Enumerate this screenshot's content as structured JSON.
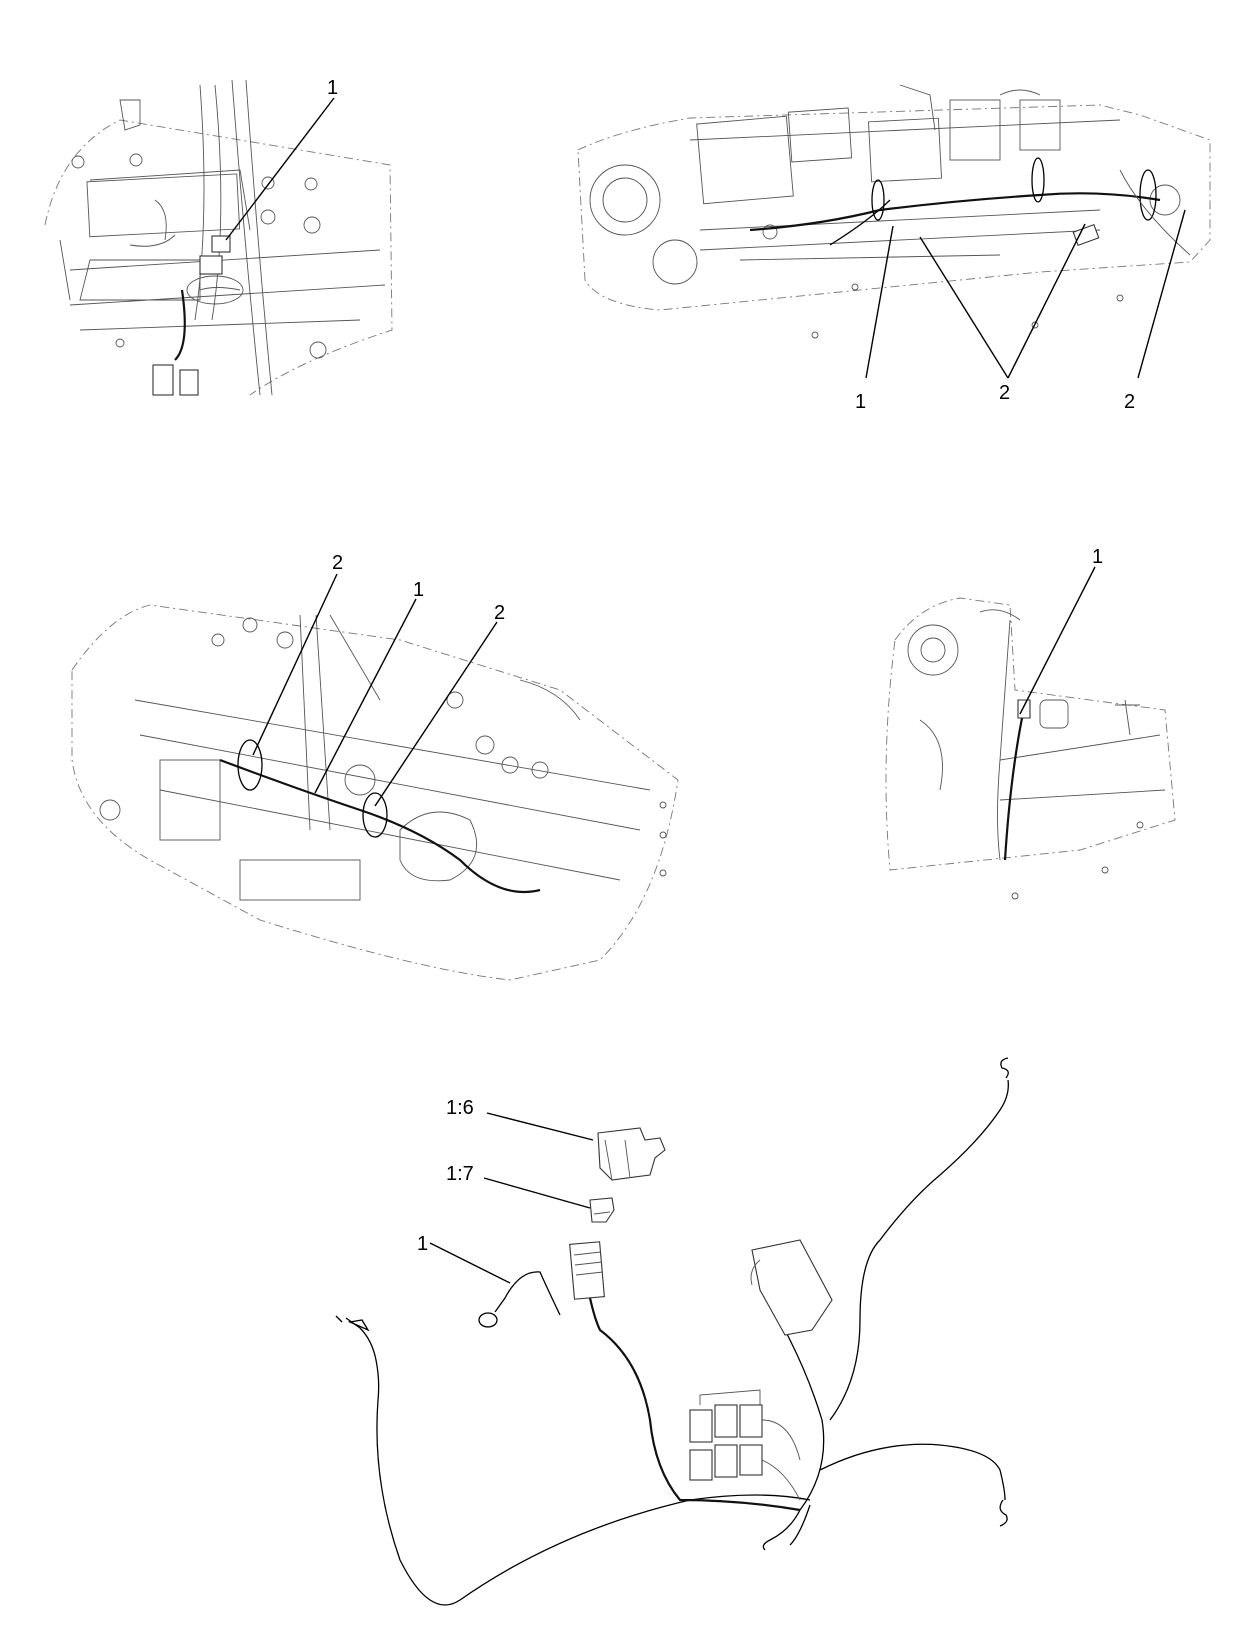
{
  "diagram": {
    "views": [
      {
        "id": "view-top-left",
        "callouts": [
          {
            "label": "1"
          }
        ]
      },
      {
        "id": "view-top-right",
        "callouts": [
          {
            "label": "1"
          },
          {
            "label": "2"
          },
          {
            "label": "2"
          }
        ]
      },
      {
        "id": "view-middle-left",
        "callouts": [
          {
            "label": "2"
          },
          {
            "label": "1"
          },
          {
            "label": "2"
          }
        ]
      },
      {
        "id": "view-middle-right",
        "callouts": [
          {
            "label": "1"
          }
        ]
      },
      {
        "id": "view-bottom-harness",
        "callouts": [
          {
            "label": "1:6"
          },
          {
            "label": "1:7"
          },
          {
            "label": "1"
          }
        ]
      }
    ]
  }
}
